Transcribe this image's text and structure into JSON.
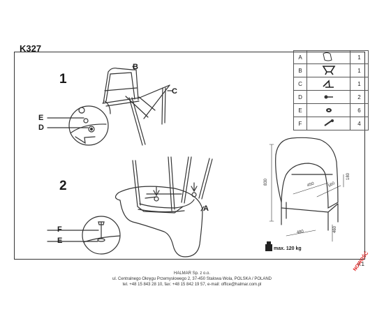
{
  "model": "K327",
  "version": "v.1",
  "steps": [
    "1",
    "2"
  ],
  "labels": {
    "A": "A",
    "B": "B",
    "C": "C",
    "D": "D",
    "E": "E",
    "F": "F"
  },
  "parts_table": [
    {
      "letter": "A",
      "icon": "chair-seat-icon",
      "qty": "1"
    },
    {
      "letter": "B",
      "icon": "chair-back-icon",
      "qty": "1"
    },
    {
      "letter": "C",
      "icon": "allen-key-icon",
      "qty": "1"
    },
    {
      "letter": "D",
      "icon": "bolt-icon",
      "qty": "2"
    },
    {
      "letter": "E",
      "icon": "washer-icon",
      "qty": "6"
    },
    {
      "letter": "F",
      "icon": "screw-icon",
      "qty": "4"
    }
  ],
  "dimensions": {
    "height": "830",
    "d1": "450",
    "d2": "560",
    "d3": "180",
    "d4": "480",
    "d5": "460"
  },
  "max_load": "max. 120 kg",
  "footer": {
    "company": "HALMAR Sp. z o.o.",
    "address": "ul. Centralnego Okręgu Przemysłowego 2, 37-450 Stalowa Wola, POLSKA / POLAND",
    "contact": "tel. +48 15 843 28 10, fax: +48 15 842 19 57, e-mail: office@halmar.com.pl"
  },
  "badge": "NOWOŚĆ",
  "colors": {
    "line": "#333333",
    "badge": "#e02020"
  }
}
